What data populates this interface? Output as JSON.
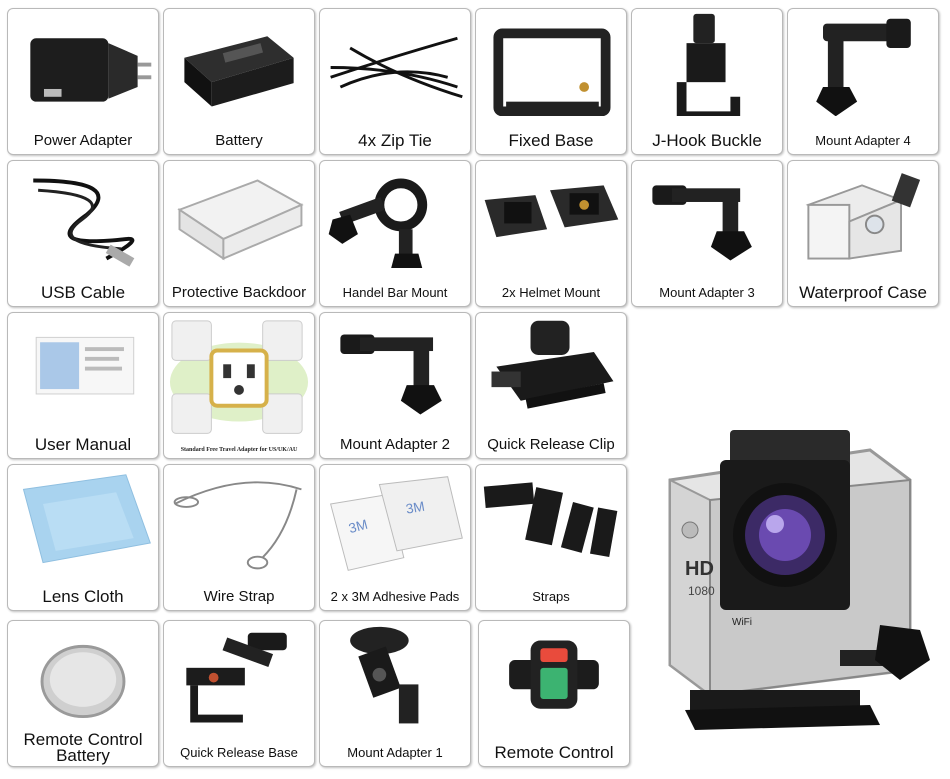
{
  "items": [
    {
      "label": "Power Adapter"
    },
    {
      "label": "Battery"
    },
    {
      "label": "4x Zip Tie"
    },
    {
      "label": "Fixed Base"
    },
    {
      "label": "J-Hook Buckle"
    },
    {
      "label": "Mount Adapter 4"
    },
    {
      "label": "USB Cable"
    },
    {
      "label": "Protective Backdoor"
    },
    {
      "label": "Handel Bar Mount"
    },
    {
      "label": "2x Helmet Mount"
    },
    {
      "label": "Mount Adapter 3"
    },
    {
      "label": "Waterproof Case"
    },
    {
      "label": "User Manual"
    },
    {
      "label": "",
      "caption": "Standard Free Travel Adapter for US/UK/AU"
    },
    {
      "label": "Mount Adapter 2"
    },
    {
      "label": "Quick Release Clip"
    },
    {
      "label": "Lens Cloth"
    },
    {
      "label": "Wire Strap"
    },
    {
      "label": "2 x 3M Adhesive Pads"
    },
    {
      "label": "Straps"
    },
    {
      "label_line1": "Remote Control",
      "label_line2": "Battery"
    },
    {
      "label": "Quick Release Base"
    },
    {
      "label": "Mount Adapter 1"
    },
    {
      "label": "Remote Control"
    }
  ],
  "camera": {
    "badge": "HD",
    "resolution": "1080",
    "wifi": "WiFi"
  },
  "colors": {
    "border": "#b9b9b9",
    "accessory": "#1e1e1e",
    "text": "#111111"
  }
}
